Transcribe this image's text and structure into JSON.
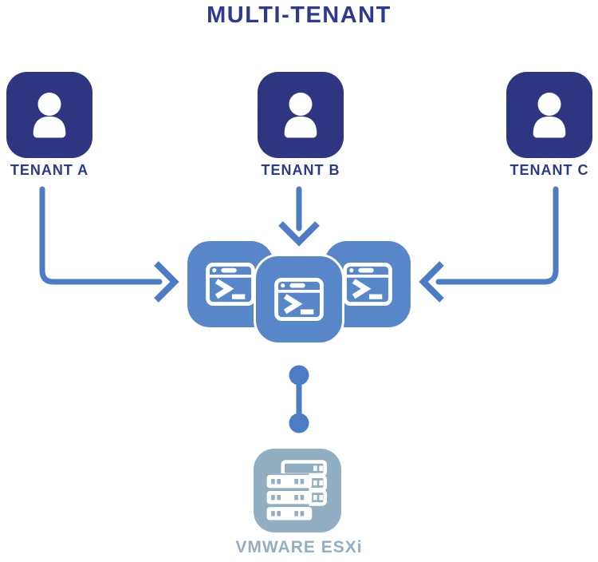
{
  "title": "MULTI-TENANT",
  "colors": {
    "tenant_navy": "#2e3581",
    "label_navy": "#2c3a8c",
    "shell_blue": "#5787c8",
    "arrow_blue": "#4c7cc3",
    "esxi_gray_blue": "#92aec2",
    "background": "#ffffff"
  },
  "tenants": [
    {
      "id": "tenant-a",
      "label": "TENANT A",
      "icon": "user-icon"
    },
    {
      "id": "tenant-b",
      "label": "TENANT B",
      "icon": "user-icon"
    },
    {
      "id": "tenant-c",
      "label": "TENANT C",
      "icon": "user-icon"
    }
  ],
  "shell_cluster": {
    "nodes": 3,
    "icon": "terminal-icon"
  },
  "hypervisor": {
    "label": "VMWARE ESXi",
    "icon": "server-stack-icon"
  },
  "connections": [
    {
      "from": "tenant-a",
      "to": "shell-cluster",
      "type": "arrow"
    },
    {
      "from": "tenant-b",
      "to": "shell-cluster",
      "type": "arrow"
    },
    {
      "from": "tenant-c",
      "to": "shell-cluster",
      "type": "arrow"
    },
    {
      "from": "shell-cluster",
      "to": "vmware-esxi",
      "type": "dumbbell-link"
    }
  ]
}
